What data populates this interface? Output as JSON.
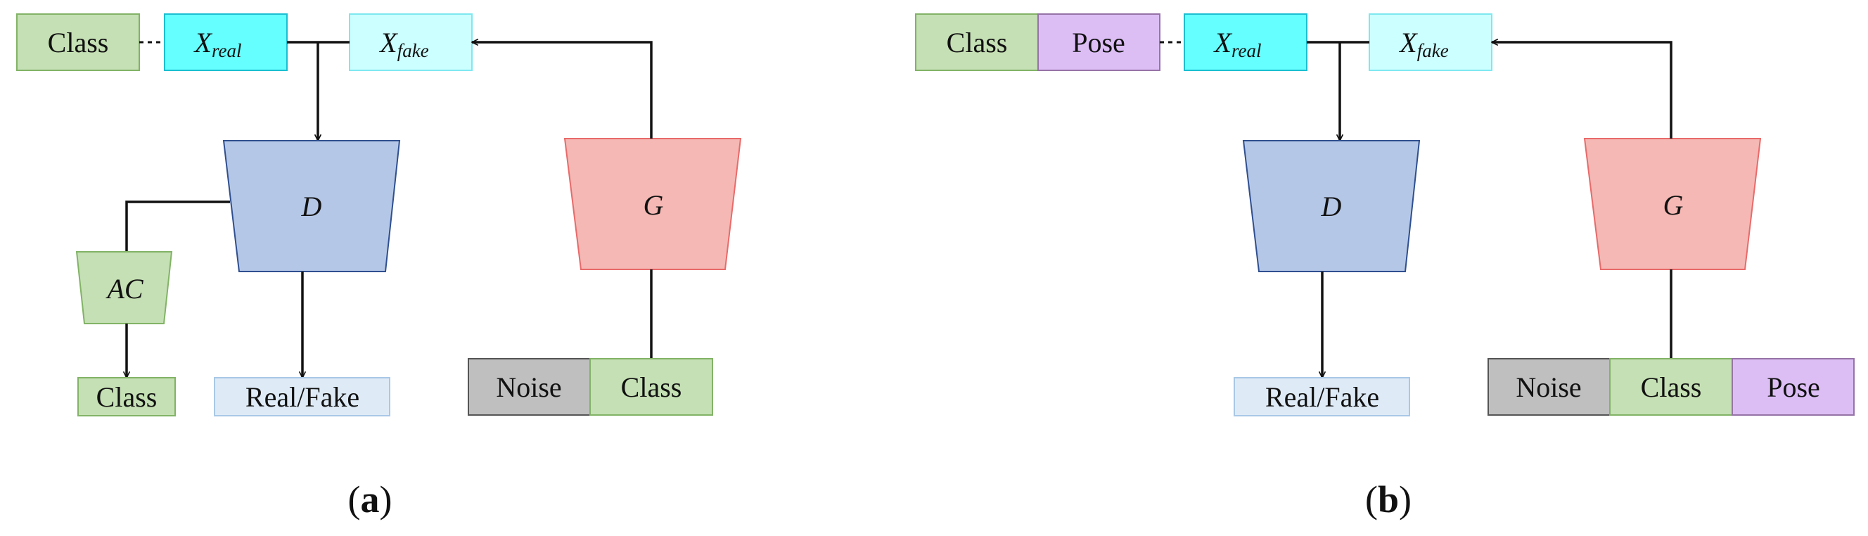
{
  "panels": [
    {
      "id": "a",
      "caption_letter": "a",
      "inputs": {
        "class": "Class",
        "x_real_main": "X",
        "x_real_sub": "real",
        "x_fake_main": "X",
        "x_fake_sub": "fake"
      },
      "discriminator": "D",
      "generator": "G",
      "aux_classifier": "AC",
      "outputs": {
        "class": "Class",
        "real_fake": "Real/Fake"
      },
      "gen_inputs": {
        "noise": "Noise",
        "class": "Class"
      }
    },
    {
      "id": "b",
      "caption_letter": "b",
      "inputs": {
        "class": "Class",
        "pose": "Pose",
        "x_real_main": "X",
        "x_real_sub": "real",
        "x_fake_main": "X",
        "x_fake_sub": "fake"
      },
      "discriminator": "D",
      "generator": "G",
      "outputs": {
        "real_fake": "Real/Fake"
      },
      "gen_inputs": {
        "noise": "Noise",
        "class": "Class",
        "pose": "Pose"
      }
    }
  ],
  "colors": {
    "class_fill": "#c5e0b4",
    "class_stroke": "#82b366",
    "pose_fill": "#dcbef5",
    "pose_stroke": "#9673a6",
    "xreal_fill": "#66ffff",
    "xreal_stroke": "#1bbfd0",
    "xfake_fill": "#ccffff",
    "xfake_stroke": "#7ee8f0",
    "disc_fill": "#b4c7e7",
    "disc_stroke": "#2f4f8f",
    "gen_fill": "#f5b8b4",
    "gen_stroke": "#e86a6a",
    "noise_fill": "#bfbfbf",
    "noise_stroke": "#555555",
    "realfake_fill": "#deebf7",
    "realfake_stroke": "#a9c8e6"
  }
}
